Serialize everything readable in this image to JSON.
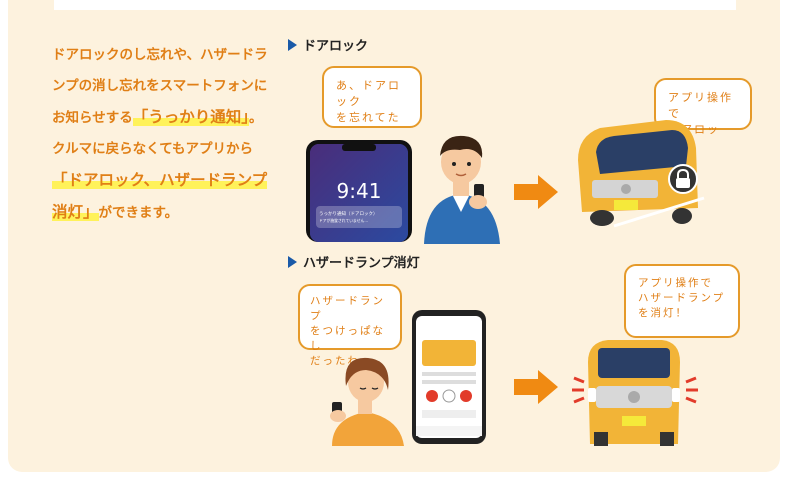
{
  "lead": {
    "line1": "ドアロックのし忘れや、ハザードランプの消し忘れをスマートフォンにお知らせする",
    "highlight1": "「うっかり通知」",
    "after1": "。",
    "line2": "クルマに戻らなくてもアプリから",
    "highlight2": "「ドアロック、ハザードランプ消灯」",
    "after2": "ができます。"
  },
  "sections": [
    {
      "title": "ドアロック",
      "bubble_person": "あ、ドアロック\nを忘れてた",
      "bubble_car": "アプリ操作で\nドアロック！",
      "phone_time": "9:41",
      "phone_notice_title": "うっかり通知（ドアロック）",
      "phone_notice_body": "ドアが施錠されていません…"
    },
    {
      "title": "ハザードランプ消灯",
      "bubble_person": "ハザードランプ\nをつけっぱなし\nだったわ",
      "bubble_car": "アプリ操作で\nハザードランプ\nを消灯！"
    }
  ],
  "colors": {
    "accent": "#e07f16",
    "highlight": "#fff25a",
    "background": "#fdf2de",
    "car": "#f2b437",
    "arrow": "#f08a12",
    "title_marker": "#1a5aa8"
  },
  "icons": [
    "lock-icon",
    "arrow-right-icon",
    "hazard-lights-icon"
  ]
}
